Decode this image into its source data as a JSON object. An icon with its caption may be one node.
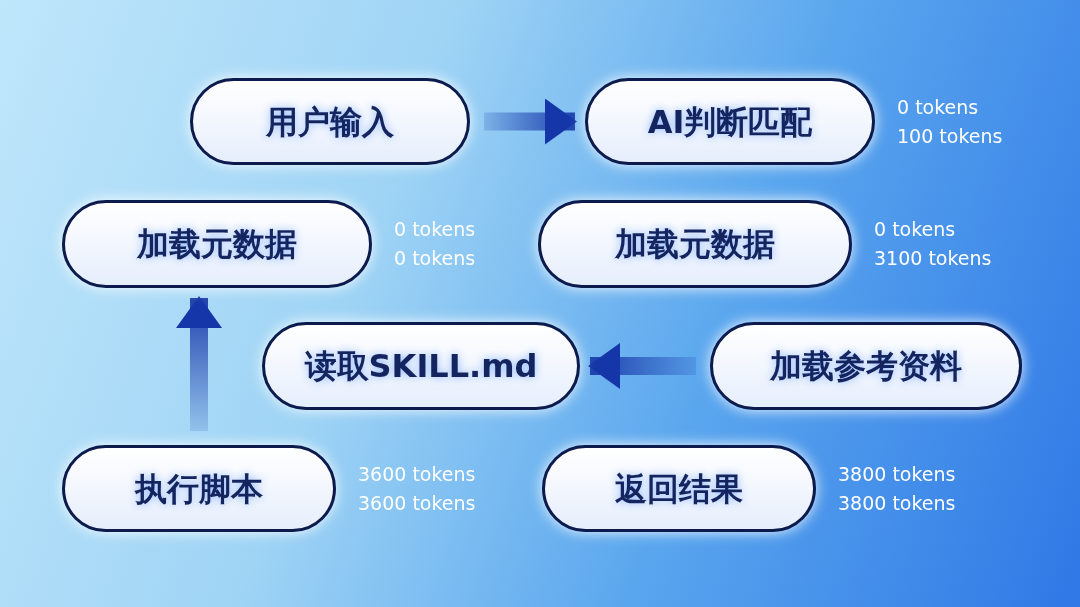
{
  "diagram": {
    "nodes": [
      {
        "text": [
          "用户输入"
        ]
      },
      {
        "text": [
          "AI判断匹配"
        ],
        "beside": [
          "0 tokens",
          "100 tokens"
        ]
      },
      {
        "text": [
          "加载元数据"
        ],
        "beside": [
          "0 tokens",
          "0 tokens"
        ]
      },
      {
        "text": [
          "加载元数据"
        ],
        "beside": [
          "0 tokens",
          "3100 tokens"
        ]
      },
      {
        "text": [
          "读取SKILL.md"
        ]
      },
      {
        "text": [
          "加载参考资料"
        ]
      },
      {
        "text": [
          "执行脚本"
        ],
        "beside": [
          "3600 tokens",
          "3600 tokens"
        ]
      },
      {
        "text": [
          "返回结果"
        ],
        "beside": [
          "3800 tokens",
          "3800 tokens"
        ]
      }
    ],
    "edges": [
      {
        "from": 0,
        "to": 1,
        "arrow": "to",
        "style": "thick"
      },
      {
        "from": 5,
        "to": 4,
        "arrow": "to",
        "style": "thick"
      },
      {
        "from": 6,
        "to": 2,
        "arrow": "to",
        "style": "thick"
      }
    ]
  }
}
